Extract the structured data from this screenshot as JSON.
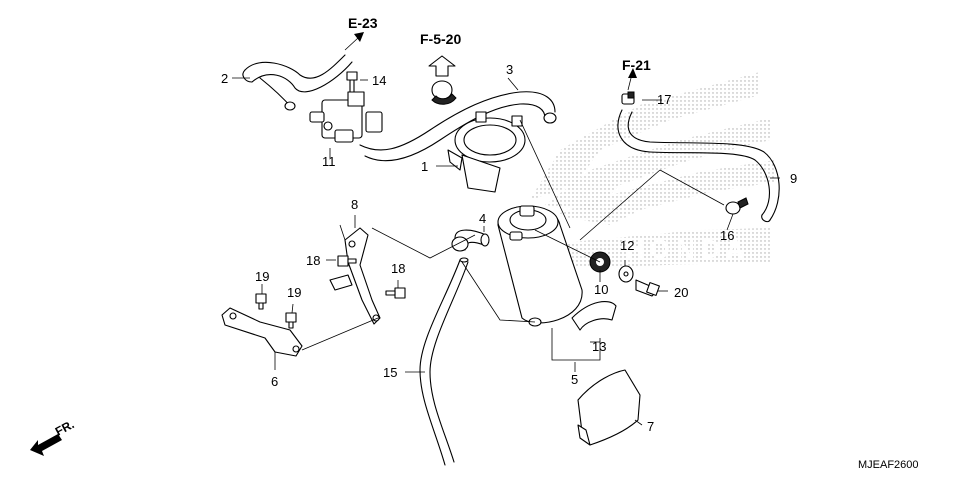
{
  "references": {
    "e23": "E-23",
    "f520": "F-5-20",
    "f21": "F-21"
  },
  "callouts": [
    "1",
    "2",
    "3",
    "4",
    "5",
    "6",
    "7",
    "8",
    "9",
    "10",
    "11",
    "12",
    "13",
    "14",
    "15",
    "16",
    "17",
    "18",
    "18",
    "19",
    "19",
    "20"
  ],
  "front_label": "FR.",
  "diagram_code": "MJEAF2600",
  "colors": {
    "line": "#000000",
    "watermark": "#b0b0b0"
  }
}
